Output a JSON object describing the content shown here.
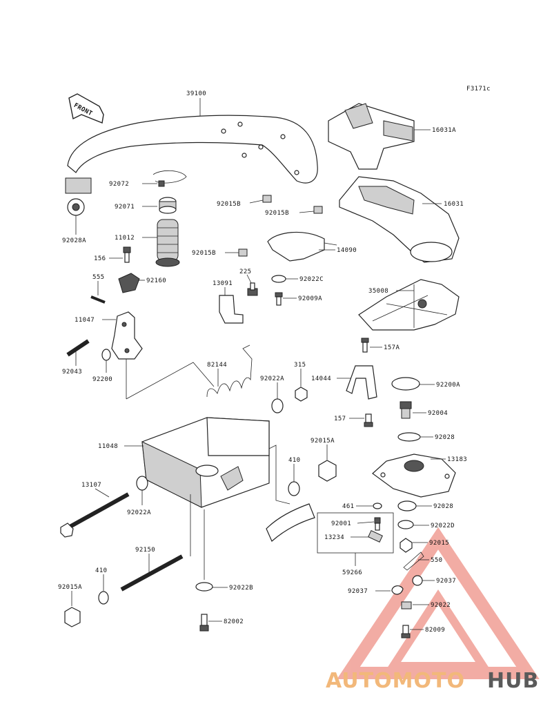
{
  "figure_code": "F3171c",
  "front_label": "FRONT",
  "watermark": {
    "text_part1": "AUTOMOTO",
    "text_part2": "HUB",
    "color1": "#f2b87a",
    "color2": "#5a5a5a",
    "triangle_color": "#e86a5a"
  },
  "parts": [
    "39100",
    "16031A",
    "92072",
    "16031",
    "92028A",
    "92071",
    "92015B",
    "92015B",
    "11012",
    "14090",
    "92015B",
    "156",
    "225",
    "555",
    "92160",
    "13091",
    "92022C",
    "92009A",
    "35008",
    "11047",
    "157A",
    "82144",
    "315",
    "92043",
    "92200",
    "92022A",
    "14044",
    "92200A",
    "157",
    "92004",
    "92028",
    "11048",
    "92015A",
    "410",
    "13183",
    "13107",
    "92022A",
    "461",
    "92028",
    "92001",
    "92022D",
    "13234",
    "92015",
    "92150",
    "550",
    "410",
    "59266",
    "92037",
    "92037",
    "92015A",
    "92022B",
    "92022",
    "82002",
    "82009"
  ]
}
